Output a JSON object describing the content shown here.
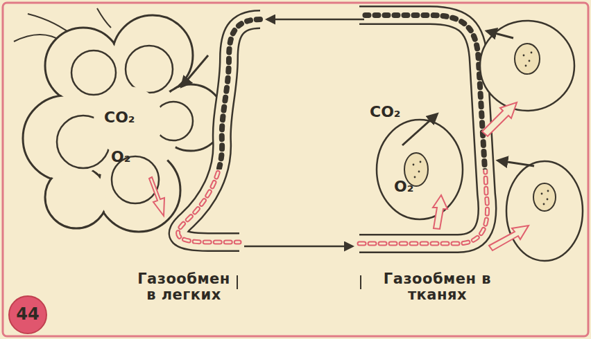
{
  "diagram": {
    "labels": [
      "CO₂",
      "O₂",
      "CO₂",
      "O₂",
      "Газообмен в легких",
      "Газообмен в тканях",
      "44"
    ]
  }
}
